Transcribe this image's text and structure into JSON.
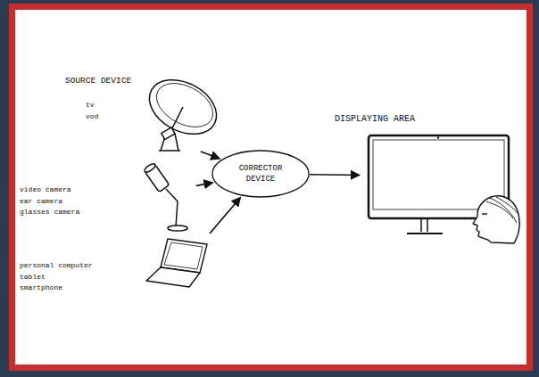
{
  "diagram": {
    "nodes": [
      {
        "text": [
          "SOURCE DEVICE",
          "tv vod"
        ]
      },
      {
        "text": [
          "video camera ear camera glasses camera"
        ]
      },
      {
        "text": [
          "personal computer tablet smartphone"
        ]
      },
      {
        "text": [
          "CORRECTOR DEVICE"
        ]
      },
      {
        "text": [
          "DISPLAYING AREA"
        ]
      }
    ],
    "edges": [
      {
        "from": 0,
        "to": 3,
        "arrow": "to"
      },
      {
        "from": 1,
        "to": 3,
        "arrow": "to"
      },
      {
        "from": 2,
        "to": 3,
        "arrow": "to"
      },
      {
        "from": 3,
        "to": 4,
        "arrow": "to"
      }
    ]
  }
}
